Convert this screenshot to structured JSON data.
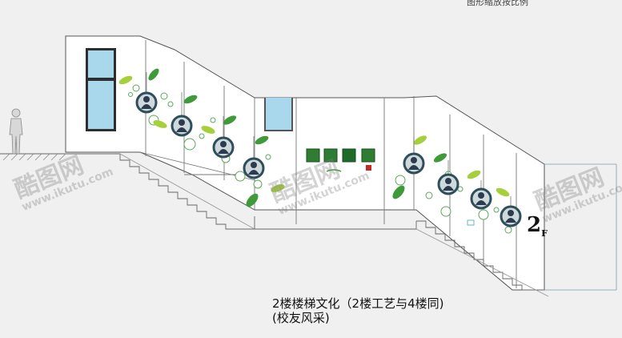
{
  "top_note": "图形缩放按比例",
  "caption_line1": "2楼楼梯文化（2楼工艺与4楼同)",
  "caption_line2": "(校友风采)",
  "floor_label": "2",
  "floor_sub": "F",
  "watermark_logo": "酷图网",
  "watermark_url": "www.ikutu.com",
  "colors": {
    "wall": "#ffffff",
    "outline": "#555555",
    "window_glass": "#a9d8ec",
    "leaf_green": "#3f9a3a",
    "leaf_light": "#a6cf3c",
    "photo_ring": "#2d4e5a",
    "board_green": "#2e7d32",
    "stamp_red": "#c62828"
  },
  "icons": [
    "person-silhouette-icon",
    "leaf-icon",
    "bubble-icon",
    "portrait-icon"
  ]
}
